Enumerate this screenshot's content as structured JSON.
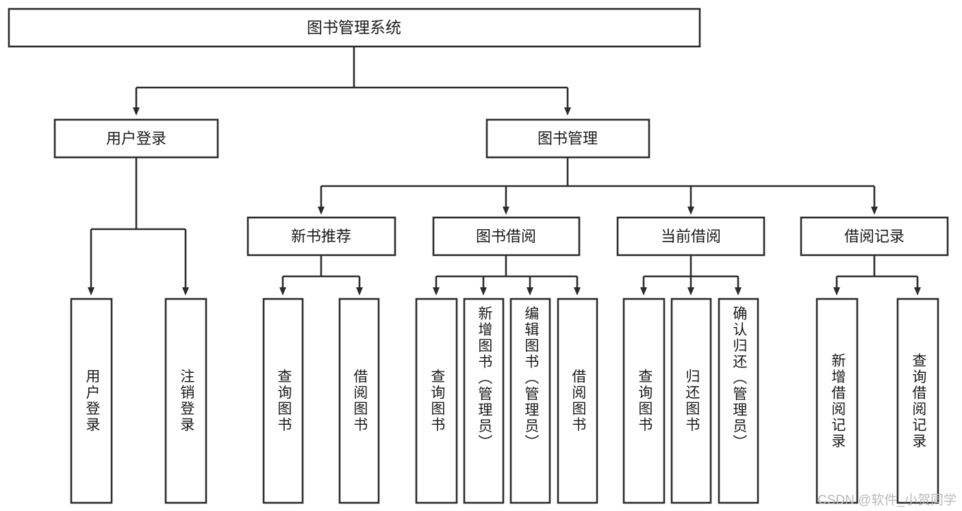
{
  "diagram": {
    "type": "tree",
    "title": "图书管理系统",
    "root": {
      "id": "root",
      "label": "图书管理系统"
    },
    "level2": [
      {
        "id": "user-login",
        "label": "用户登录"
      },
      {
        "id": "book-manage",
        "label": "图书管理"
      }
    ],
    "level3": [
      {
        "id": "new-book-recommend",
        "label": "新书推荐",
        "parent": "book-manage"
      },
      {
        "id": "book-borrow",
        "label": "图书借阅",
        "parent": "book-manage"
      },
      {
        "id": "current-borrow",
        "label": "当前借阅",
        "parent": "book-manage"
      },
      {
        "id": "borrow-record",
        "label": "借阅记录",
        "parent": "book-manage"
      }
    ],
    "leaves": [
      {
        "id": "leaf-user-login",
        "label": "用户登录",
        "parent": "user-login"
      },
      {
        "id": "leaf-logout-login",
        "label": "注销登录",
        "parent": "user-login"
      },
      {
        "id": "leaf-query-book-1",
        "label": "查询图书",
        "parent": "new-book-recommend"
      },
      {
        "id": "leaf-borrow-book-1",
        "label": "借阅图书",
        "parent": "new-book-recommend"
      },
      {
        "id": "leaf-query-book-2",
        "label": "查询图书",
        "parent": "book-borrow"
      },
      {
        "id": "leaf-add-book",
        "label": "新增图书（管理员）",
        "parent": "book-borrow"
      },
      {
        "id": "leaf-edit-book",
        "label": "编辑图书（管理员）",
        "parent": "book-borrow"
      },
      {
        "id": "leaf-borrow-book-2",
        "label": "借阅图书",
        "parent": "book-borrow"
      },
      {
        "id": "leaf-query-book-3",
        "label": "查询图书",
        "parent": "current-borrow"
      },
      {
        "id": "leaf-return-book",
        "label": "归还图书",
        "parent": "current-borrow"
      },
      {
        "id": "leaf-confirm-return",
        "label": "确认归还（管理员）",
        "parent": "current-borrow"
      },
      {
        "id": "leaf-add-record",
        "label": "新增借阅记录",
        "parent": "borrow-record"
      },
      {
        "id": "leaf-query-record",
        "label": "查询借阅记录",
        "parent": "borrow-record"
      }
    ],
    "colors": {
      "stroke": "#2b2b2b",
      "fill": "#ffffff",
      "text": "#1a1a1a",
      "watermark": "#b9b9b9"
    }
  },
  "watermark": {
    "text": "CSDN @软件_小贺同学"
  }
}
